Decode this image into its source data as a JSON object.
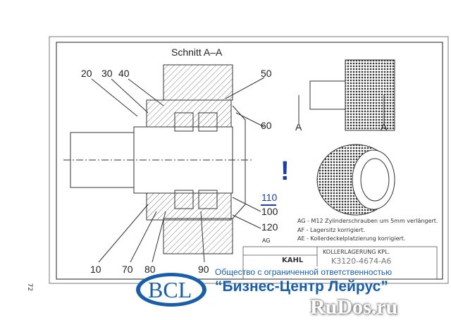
{
  "drawing": {
    "section_title": "Schnitt A–A",
    "view_label_left": "A",
    "view_label_right": "A",
    "callouts": [
      "20",
      "30",
      "40",
      "50",
      "60",
      "110",
      "100",
      "120",
      "AG",
      "10",
      "70",
      "80",
      "90"
    ],
    "annotation_mark": "!",
    "notes": [
      "AG - M12 Zylinderschrauben um 5mm verlängert.",
      "AF - Lagersitz korrigiert.",
      "AE - Kollerdeckelplatzierung korrigiert."
    ],
    "title_block": {
      "title": "KOLLERLAGERUNG KPL.",
      "drawing_number": "K3120-4674-A6",
      "company": "KAHL"
    },
    "page_number": "72"
  },
  "overlay": {
    "logo_text": "BCL",
    "company_line1": "Общество с ограниченной ответственностью",
    "company_line2": "“Бизнес-Центр Лейрус”",
    "watermark": "RuDos.ru"
  },
  "colors": {
    "ink": "#333333",
    "brand_blue": "#1b5ea8",
    "annotation_blue": "#1a3fa8"
  }
}
